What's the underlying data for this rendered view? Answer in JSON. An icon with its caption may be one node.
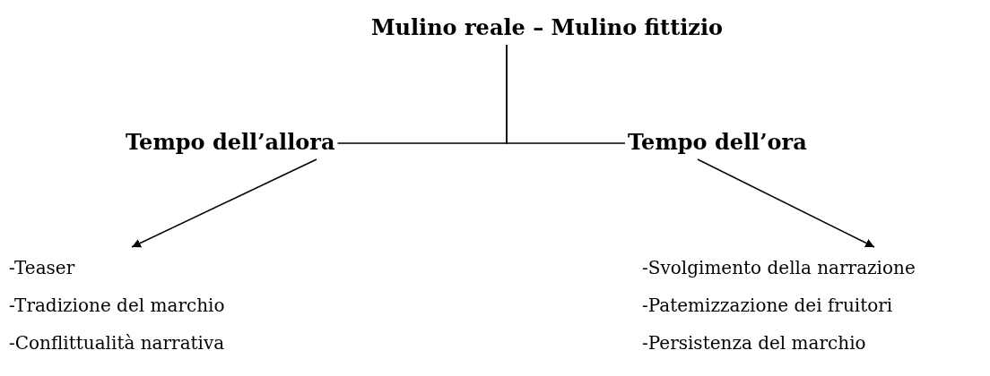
{
  "diagram": {
    "nodes": [
      {
        "text": [
          "Mulino reale – Mulino fittizio"
        ]
      },
      {
        "text": [
          "Tempo dell’allora"
        ]
      },
      {
        "text": [
          "Tempo dell’ora"
        ]
      },
      {
        "text": [
          "-Teaser",
          "-Tradizione del marchio",
          "-Conflittualità narrativa"
        ]
      },
      {
        "text": [
          "-Svolgimento della narrazione",
          "-Patemizzazione dei fruitori",
          "-Persistenza del marchio"
        ]
      }
    ],
    "edges": [
      {
        "from": 0,
        "to": 1,
        "arrow": "none"
      },
      {
        "from": 0,
        "to": 2,
        "arrow": "none"
      },
      {
        "from": 1,
        "to": 3,
        "arrow": "to"
      },
      {
        "from": 2,
        "to": 4,
        "arrow": "to"
      }
    ]
  }
}
